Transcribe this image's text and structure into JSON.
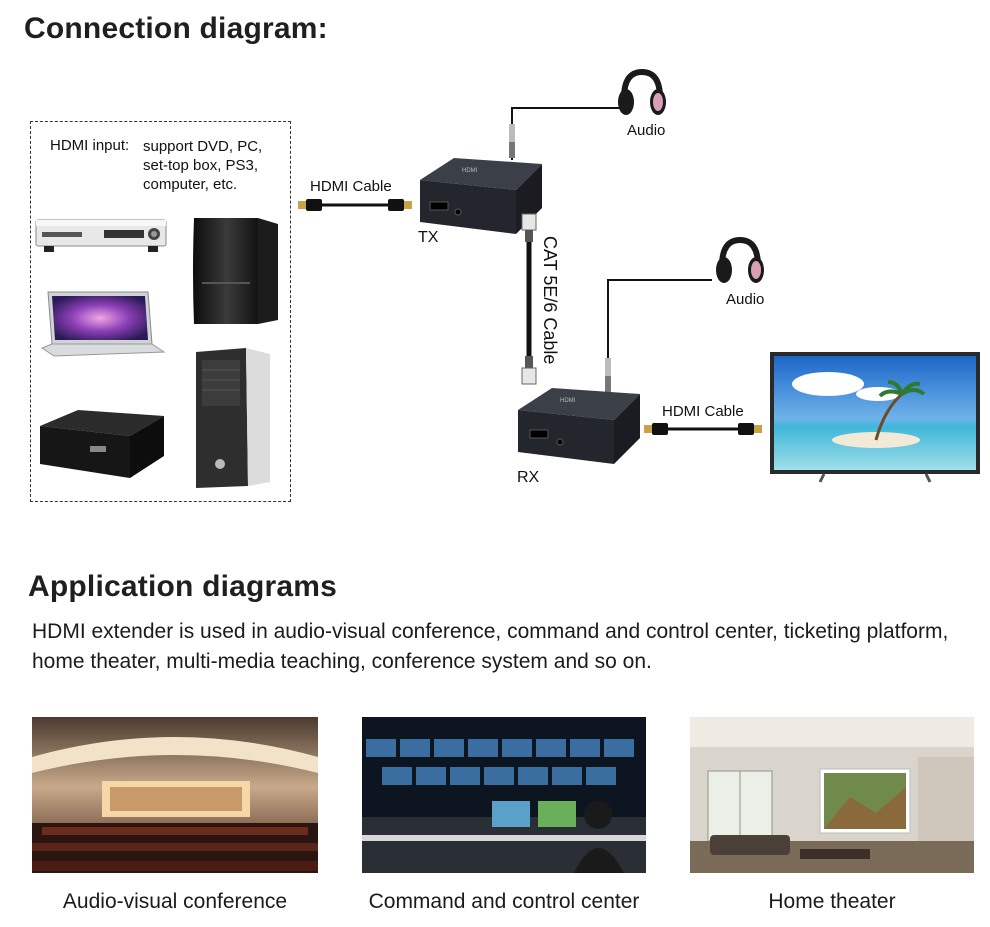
{
  "connection": {
    "title": "Connection diagram:",
    "input_label": "HDMI input:",
    "input_desc": [
      "support DVD, PC,",
      "set-top box, PS3,",
      "computer, etc."
    ],
    "hdmi_cable_1": "HDMI Cable",
    "hdmi_cable_2": "HDMI Cable",
    "tx_label": "TX",
    "rx_label": "RX",
    "cat_cable": "CAT 5E/6 Cable",
    "audio_1": "Audio",
    "audio_2": "Audio"
  },
  "application": {
    "title": "Application diagrams",
    "description": "HDMI extender is used in audio-visual conference, command and control center, ticketing platform, home theater, multi-media teaching, conference system and so on.",
    "captions": [
      "Audio-visual conference",
      "Command and control center",
      "Home theater"
    ]
  }
}
